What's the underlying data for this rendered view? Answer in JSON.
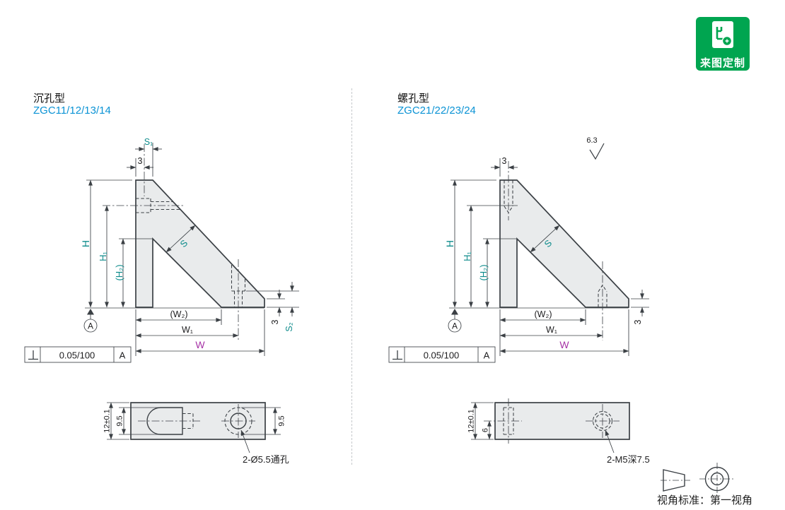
{
  "badge": {
    "label": "来图定制"
  },
  "panels": {
    "left": {
      "type_title": "沉孔型",
      "models": "ZGC11/12/13/14",
      "dims": {
        "d3": "3",
        "s1": "S₁",
        "h": "H",
        "h1": "H₁",
        "h2": "(H₂)",
        "s": "S",
        "w2": "(W₂)",
        "w1": "W₁",
        "w": "W",
        "s2": "S₂"
      },
      "datum": "A",
      "tolerance": {
        "value": "0.05/100",
        "datum": "A"
      },
      "bottom_view": {
        "thickness": "12±0.1",
        "counterbore_dia_left": "9.5",
        "counterbore_dia_right": "9.5",
        "hole_note": "2-Ø5.5通孔"
      }
    },
    "right": {
      "type_title": "螺孔型",
      "models": "ZGC21/22/23/24",
      "surface_finish": "6.3",
      "dims": {
        "d3": "3",
        "h": "H",
        "h1": "H₁",
        "h2": "(H₂)",
        "s": "S",
        "w2": "(W₂)",
        "w1": "W₁",
        "w": "W"
      },
      "datum": "A",
      "tolerance": {
        "value": "0.05/100",
        "datum": "A"
      },
      "bottom_view": {
        "thickness": "12±0.1",
        "center_height": "6",
        "hole_note": "2-M5深7.5"
      }
    }
  },
  "footer": {
    "view_standard": "视角标准：第一视角"
  },
  "colors": {
    "accent_green": "#00a550",
    "dim_teal": "#0d8b8b",
    "dim_purple": "#a633a6",
    "model_blue": "#0b93d5",
    "line": "#3b4045"
  }
}
